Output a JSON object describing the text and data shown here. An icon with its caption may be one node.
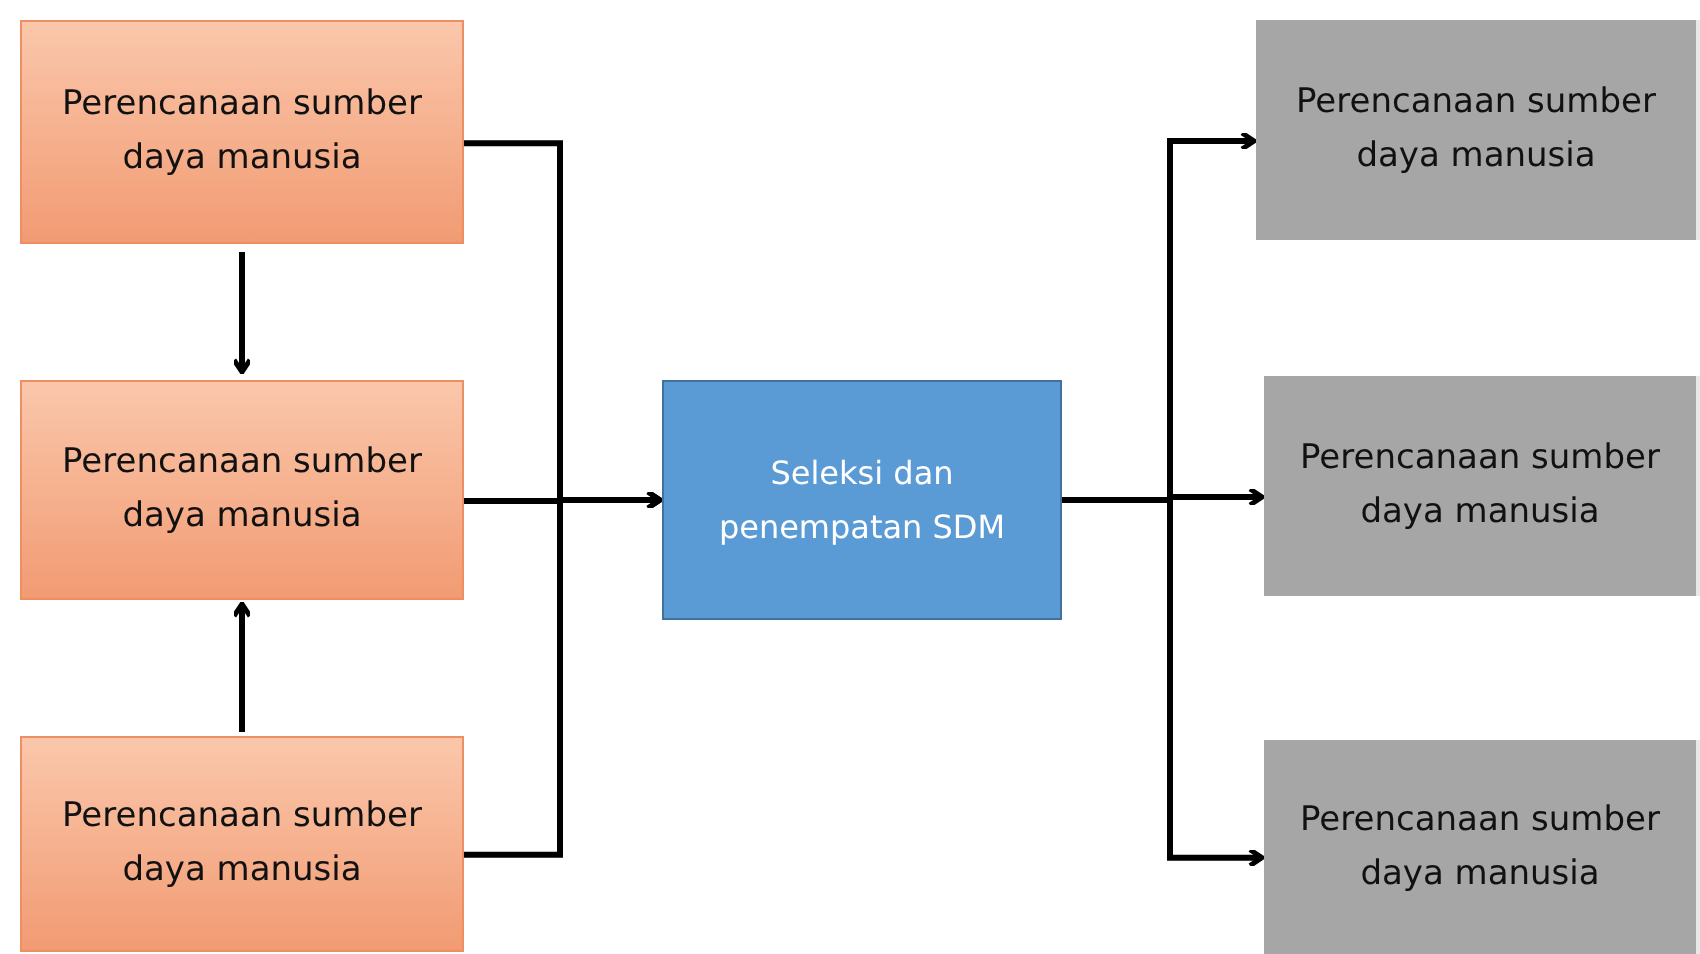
{
  "diagram": {
    "nodes": [
      {
        "text": [
          "Perencanaan sumber daya manusia"
        ]
      },
      {
        "text": [
          "Perencanaan sumber daya manusia"
        ]
      },
      {
        "text": [
          "Perencanaan sumber daya manusia"
        ]
      },
      {
        "text": [
          "Seleksi dan penempatan SDM"
        ]
      },
      {
        "text": [
          "Perencanaan sumber daya manusia"
        ]
      },
      {
        "text": [
          "Perencanaan sumber daya manusia"
        ]
      },
      {
        "text": [
          "Perencanaan sumber daya manusia"
        ]
      }
    ],
    "edges": [
      {
        "from": 0,
        "to": 1,
        "arrow": "to"
      },
      {
        "from": 2,
        "to": 1,
        "arrow": "to"
      },
      {
        "from": 0,
        "to": 3,
        "arrow": "to"
      },
      {
        "from": 1,
        "to": 3,
        "arrow": "to"
      },
      {
        "from": 2,
        "to": 3,
        "arrow": "to"
      },
      {
        "from": 3,
        "to": 4,
        "arrow": "to"
      },
      {
        "from": 3,
        "to": 5,
        "arrow": "to"
      },
      {
        "from": 3,
        "to": 6,
        "arrow": "to"
      }
    ]
  }
}
